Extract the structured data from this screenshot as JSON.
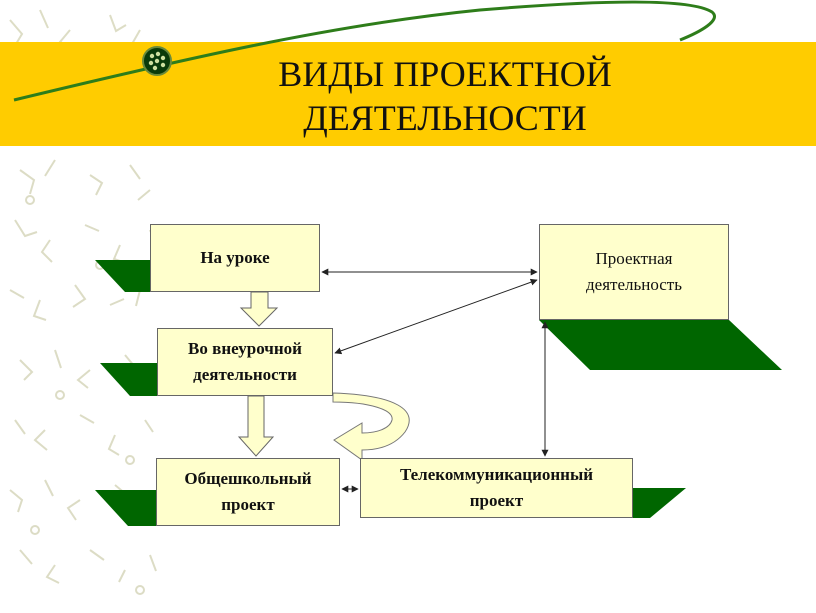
{
  "title": {
    "line1": "ВИДЫ ПРОЕКТНОЙ",
    "line2": "ДЕЯТЕЛЬНОСТИ"
  },
  "boxes": {
    "lesson": {
      "line1": "На уроке"
    },
    "project_activity": {
      "line1": "Проектная",
      "line2": "деятельность"
    },
    "extracurricular": {
      "line1": "Во внеурочной",
      "line2": "деятельности"
    },
    "school_wide": {
      "line1": "Общешкольный",
      "line2": "проект"
    },
    "telecom": {
      "line1": "Телекоммуникационный",
      "line2": "проект"
    }
  },
  "colors": {
    "title_band": "#ffcc00",
    "box_fill": "#ffffcc",
    "shadow_green": "#006600",
    "arrow_fill": "#ffffcc"
  }
}
